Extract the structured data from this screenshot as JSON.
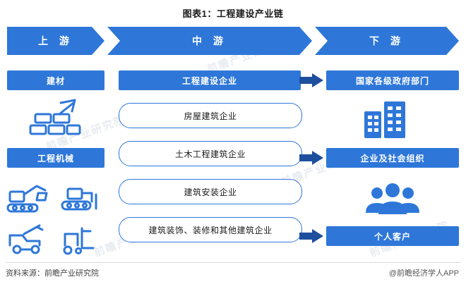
{
  "page_title": "图表1：工程建设产业链",
  "colors": {
    "primary": "#2e77d9",
    "arrow": "#1d4f9e",
    "outline_text": "#1b1b1b"
  },
  "stages": [
    {
      "label": "上  游"
    },
    {
      "label": "中  游"
    },
    {
      "label": "下  游"
    }
  ],
  "upstream": {
    "boxes": [
      {
        "label": "建材"
      },
      {
        "label": "工程机械"
      }
    ],
    "icons": [
      {
        "name": "bricks-icon"
      },
      {
        "name": "excavator-icon"
      },
      {
        "name": "bulldozer-icon"
      },
      {
        "name": "tow-truck-icon"
      },
      {
        "name": "forklift-icon"
      }
    ]
  },
  "midstream": {
    "header": "工程建设企业",
    "items": [
      {
        "label": "房屋建筑企业"
      },
      {
        "label": "土木工程建筑企业"
      },
      {
        "label": "建筑安装企业"
      },
      {
        "label": "建筑装饰、装修和其他建筑企业"
      }
    ]
  },
  "downstream": {
    "boxes": [
      {
        "label": "国家各级政府部门"
      },
      {
        "label": "企业及社会组织"
      },
      {
        "label": "个人客户"
      }
    ],
    "icons": [
      {
        "name": "office-building-icon"
      },
      {
        "name": "people-group-icon"
      }
    ]
  },
  "watermarks": [
    "前瞻产业研究院",
    "前瞻产业研究院",
    "前瞻产业研究院",
    "前瞻产业研究院",
    "前瞻产业研究院"
  ],
  "footer": {
    "source": "资料来源：前瞻产业研究院",
    "brand": "@前瞻经济学人APP"
  }
}
